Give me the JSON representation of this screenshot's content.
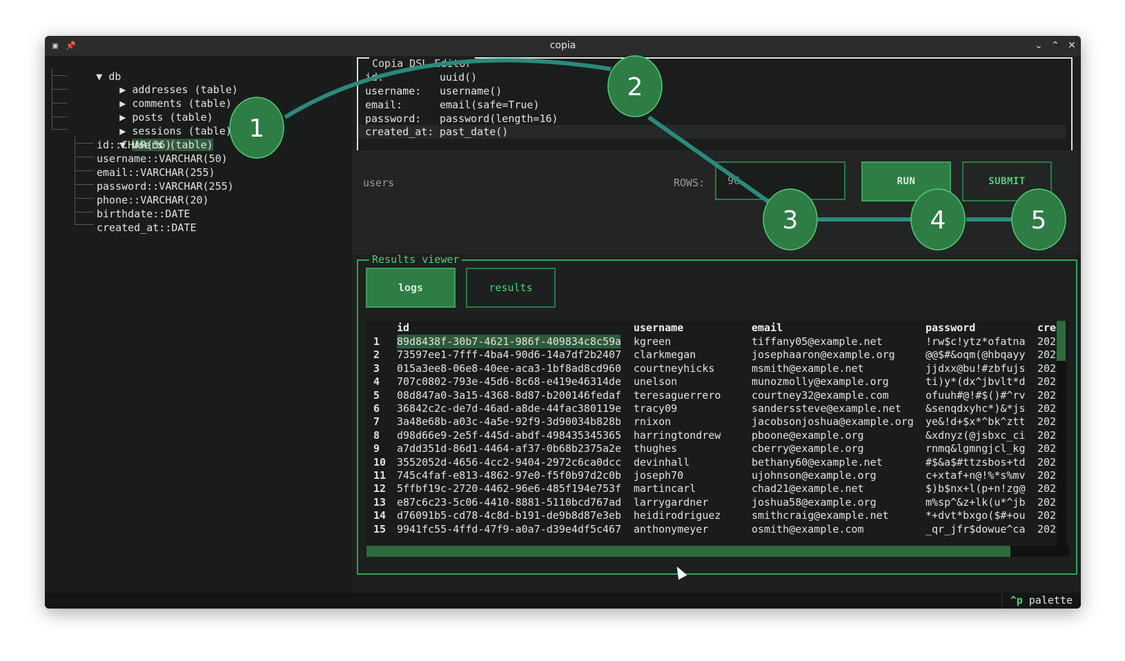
{
  "window": {
    "title": "copia"
  },
  "tree": {
    "root": "db",
    "items": [
      {
        "label": "addresses (table)"
      },
      {
        "label": "comments (table)"
      },
      {
        "label": "posts (table)"
      },
      {
        "label": "sessions (table)"
      },
      {
        "label": "users (table)"
      }
    ],
    "columns": [
      "id::CHAR(36)",
      "username::VARCHAR(50)",
      "email::VARCHAR(255)",
      "password::VARCHAR(255)",
      "phone::VARCHAR(20)",
      "birthdate::DATE",
      "created_at::DATE"
    ]
  },
  "editor": {
    "title": "Copia DSL Editor",
    "lines": [
      {
        "key": "id:",
        "value": "uuid()"
      },
      {
        "key": "username:",
        "value": "username()"
      },
      {
        "key": "email:",
        "value": "email(safe=True)"
      },
      {
        "key": "password:",
        "value": "password(length=16)"
      },
      {
        "key": "created_at:",
        "value": "past_date()"
      }
    ]
  },
  "query": {
    "table_name": "users",
    "rows_label": "ROWS:",
    "rows_value": "96",
    "run_label": "RUN",
    "submit_label": "SUBMIT"
  },
  "results": {
    "title": "Results viewer",
    "tabs": {
      "logs": "logs",
      "results": "results"
    },
    "headers": [
      "",
      "id",
      "username",
      "email",
      "password",
      "cre"
    ],
    "rows": [
      [
        "1",
        "89d8438f-30b7-4621-986f-409834c8c59a",
        "kgreen",
        "tiffany05@example.net",
        "!rw$c!ytz*ofatna",
        "202"
      ],
      [
        "2",
        "73597ee1-7fff-4ba4-90d6-14a7df2b2407",
        "clarkmegan",
        "josephaaron@example.org",
        "@@$#&oqm(@hbqayy",
        "202"
      ],
      [
        "3",
        "015a3ee8-06e8-40ee-aca3-1bf8ad8cd960",
        "courtneyhicks",
        "msmith@example.net",
        "jjdxx@bu!#zbfujs",
        "202"
      ],
      [
        "4",
        "707c0802-793e-45d6-8c68-e419e46314de",
        "unelson",
        "munozmolly@example.org",
        "ti)y*(dx^jbvlt*d",
        "202"
      ],
      [
        "5",
        "08d847a0-3a15-4368-8d87-b200146fedaf",
        "teresaguerrero",
        "courtney32@example.com",
        "ofuuh#@!#$()#^rv",
        "202"
      ],
      [
        "6",
        "36842c2c-de7d-46ad-a8de-44fac380119e",
        "tracy09",
        "sanderssteve@example.net",
        "&senqdxyhc*)&*js",
        "202"
      ],
      [
        "7",
        "3a48e68b-a03c-4a5e-92f9-3d90034b828b",
        "rnixon",
        "jacobsonjoshua@example.org",
        "ye&!d+$x*^bk^ztt",
        "202"
      ],
      [
        "8",
        "d98d66e9-2e5f-445d-abdf-498435345365",
        "harringtondrew",
        "pboone@example.org",
        "&xdnyz(@jsbxc_ci",
        "202"
      ],
      [
        "9",
        "a7dd351d-86d1-4464-af37-0b68b2375a2e",
        "thughes",
        "cberry@example.org",
        "rnmq&lgmngjcl_kg",
        "202"
      ],
      [
        "10",
        "3552052d-4656-4cc2-9404-2972c6ca0dcc",
        "devinhall",
        "bethany60@example.net",
        "#$&a$#ttzsbos+td",
        "202"
      ],
      [
        "11",
        "745c4faf-e813-4862-97e0-f5f0b97d2c0b",
        "joseph70",
        "ujohnson@example.org",
        "c+xtaf+n@!%*s%mv",
        "202"
      ],
      [
        "12",
        "5ffbf19c-2720-4462-96e6-485f194e753f",
        "martincarl",
        "chad21@example.net",
        "$)b$nx+l(p+n!zg@",
        "202"
      ],
      [
        "13",
        "e87c6c23-5c06-4410-8881-5110bcd767ad",
        "larrygardner",
        "joshua58@example.org",
        "m%sp^&z+lk(u*^jb",
        "202"
      ],
      [
        "14",
        "d76091b5-cd78-4c8d-b191-de9b8d87e3eb",
        "heidirodriguez",
        "smithcraig@example.net",
        "*+dvt*bxgo($#+ou",
        "202"
      ],
      [
        "15",
        "9941fc55-4ffd-47f9-a0a7-d39e4df5c467",
        "anthonymeyer",
        "osmith@example.com",
        "_qr_jfr$dowue^ca",
        "202"
      ]
    ]
  },
  "statusbar": {
    "key": "^p",
    "label": "palette"
  },
  "annotations": [
    "1",
    "2",
    "3",
    "4",
    "5"
  ],
  "colors": {
    "accent": "#2e7d45",
    "accent_text": "#4fcf78",
    "background": "#1a1c1b",
    "annotation_fill": "#2e7d45",
    "annotation_line": "#2a8a7c"
  }
}
